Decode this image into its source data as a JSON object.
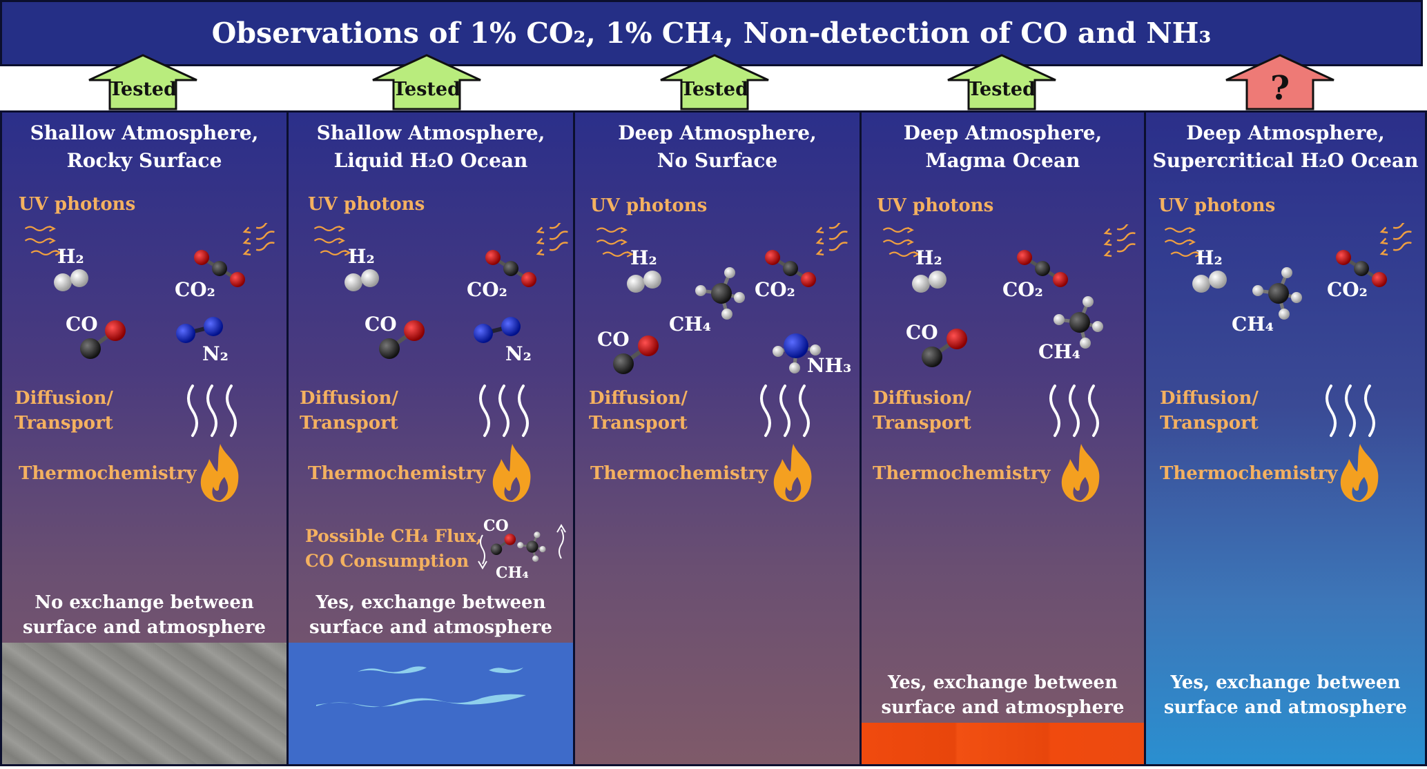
{
  "banner": {
    "title": "Observations of 1% CO₂, 1% CH₄, Non-detection of CO and NH₃"
  },
  "status": {
    "tested": "Tested",
    "unknown": "?"
  },
  "common": {
    "uv": "UV photons",
    "diffusion_1": "Diffusion/",
    "diffusion_2": "Transport",
    "thermo": "Thermochemistry",
    "exchange_yes_1": "Yes, exchange between",
    "exchange_yes_2": "surface and atmosphere",
    "exchange_no_1": "No exchange between",
    "exchange_no_2": "surface and atmosphere"
  },
  "molecules": {
    "h2": "H₂",
    "co2": "CO₂",
    "co": "CO",
    "n2": "N₂",
    "ch4": "CH₄",
    "nh3": "NH₃"
  },
  "panels": [
    {
      "title_1": "Shallow Atmosphere,",
      "title_2": "Rocky Surface",
      "status": "Tested"
    },
    {
      "title_1": "Shallow Atmosphere,",
      "title_2": "Liquid H₂O Ocean",
      "status": "Tested",
      "extra_1": "Possible CH₄ Flux,",
      "extra_2": "CO Consumption"
    },
    {
      "title_1": "Deep Atmosphere,",
      "title_2": "No Surface",
      "status": "Tested"
    },
    {
      "title_1": "Deep Atmosphere,",
      "title_2": "Magma Ocean",
      "status": "Tested"
    },
    {
      "title_1": "Deep Atmosphere,",
      "title_2": "Supercritical H₂O Ocean",
      "status": "?"
    }
  ],
  "colors": {
    "banner": "#252f86",
    "accent_text": "#f4b160",
    "arrow_tested": "#b9ec7d",
    "arrow_unknown": "#ee7a76",
    "ocean": "#3e6bc9",
    "magma": "#ee4a10",
    "rock": "#8e8e8a"
  }
}
